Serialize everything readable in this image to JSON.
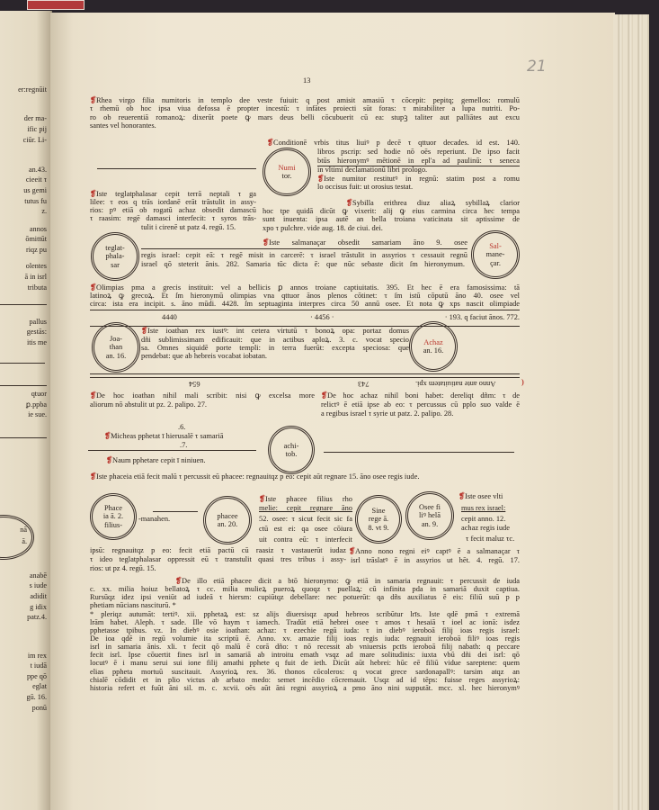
{
  "page_number": "13",
  "folio_annotation": "21",
  "left_page": {
    "lines": [
      "er:regnūit",
      "der ma-",
      "ific pij",
      "ciūr. Li-",
      "an.43.",
      "cieeit τ",
      "us gemi",
      "tutus fu",
      "z.",
      "annos",
      "ōmittūt",
      "riqz pu",
      "olentes",
      "ā in isrl",
      "tributa",
      "pallus",
      "gestās:",
      "itis me",
      "qtuor",
      "ꝑ.ppba",
      "ie sue.",
      "nā",
      "ā.",
      "anabē",
      "s iude",
      "adidit",
      "g idix",
      "patz.4.",
      "im rex",
      "t iudā",
      "ppe qō",
      "eglat",
      "gū. 16.",
      "ponū"
    ]
  },
  "rhea": [
    "Rhea virgo filia numitoris in templo dee veste fuiuit: q post amisit amasiū τ cōcepit: pepitq; gemellos: romulū",
    "τ rhemū ob hoc ipsa viua defossa ē propter incestū: τ infātes proiecti sūt foras: τ mirabiliter a lupa nutriti. Po-",
    "ro ob reuerentiā romanoꝝ: dixerūt poete ꝙ mars deus belli cōcubuerit cū ea: stupꝫ taliter aut palliātes aut excu",
    "santes vel honorantes."
  ],
  "condition": [
    "Conditionē vrbis titus liuiꝰ p decē τ qttuor decades. id est. 140.",
    "libros pscrip: sed hodie nō oēs reperiunt. De ipso facit",
    "btūs hieronymꝰ mētionē in epl'a ad paulinū: τ seneca",
    "in vltimi declamationū libri prologo.",
    "Iste numitor restitutꝰ in regnū: statim post a romu",
    "lo occisus fuit: ut orosius testat."
  ],
  "teglat": [
    "Iste teglatphalasar cepit terrā neptali τ ga",
    "lilee: τ eos q trās iordanē erāt trāstulit in assy-",
    "rios: pꝰ etiā ob rogatū achaz obsedit damascū",
    "τ raasim: regē damasci interfecit: τ syros trās-",
    "tulit i cirenē ut patz 4. regū. 15."
  ],
  "sybilla": [
    "Sybilla erithrea diuz aliaꝝ sybillaꝝ clarior",
    "hoc tpe quidā dicūt ꝙ vixerit: alij ꝙ eius carmina circa hec tempa",
    "sunt inuenta: ipsa autē an bella troiana vaticinata sit aptissime de",
    "xpo τ pulchre. vide aug. 18. de ciui. dei."
  ],
  "salmanacar": [
    "Iste salmanaçar obsedit samariam āno 9. osee",
    "regis israel: cepit eā: τ regē misit in carcerē: τ israel trāstulit in assyrios τ cessauit regnū",
    "israel qō steterit ānis. 282. Samaria tūc dicta ē: que nūc sebaste dicit ſm hieronymum."
  ],
  "olimpias": [
    "Olimpias pma a grecis instituit: vel a bellicis ꝑ annos troiane captiuitatis. 395. Et hec ē era famosissima: tā",
    "latinoꝝ ꝙ grecoꝝ. Et ſm hieronymū olimpias vna qttuor ānos plenos cōtinet: τ ſm istū cōputū āno 40. osee vel",
    "circa: ista era incipit. s. āno mūdi. 4428. ſm septuaginta interpres circa 50 annū osee. Et nota ꝙ xps nascit olimpiade"
  ],
  "years_row": {
    "a": "4440",
    "b": "· 4456 ·",
    "c": "· 193. q faciut ānos. 772."
  },
  "ioathan": [
    "Iste ioathan rex iustꝰ: int cetera virtutū τ bonoꝝ opa: portaz domus",
    "dñi sublimissimam edificauit: que in actibus aploꝝ. 3. c. vocat specio",
    "sa. Omnes siquidē porte templi: in terra fuerūt: excepta speciosa: que",
    "pendebat: que ab hebreis vocabat iobatan."
  ],
  "inverted_row": {
    "a": "654",
    "b": "743",
    "c": "Anno ante natiuitatem xpi."
  },
  "de_ioathan": [
    "De hoc ioathan nihil mali scribit: nisi ꝙ excelsa more",
    "aliorum nō abstulit ut pz. 2. palipo. 27."
  ],
  "de_achaz": [
    "De hoc achaz nihil boni habet: dereliqt dñm: τ de",
    "relictꝰ ē etiā ipse ab eo: τ percussus cū pplo suo valde ē",
    "a regibus israel τ syrie ut patz. 2. palipo. 28."
  ],
  "prophets": {
    "six": ".6.",
    "micheas": "Micheas pphetat ī hierusalē τ samariā",
    "seven": ".7.",
    "naum": "Naum pphetare cepit ī niniuen."
  },
  "phaceia": "Iste phaceia etiā fecit malū τ percussit eū phacee: regnauitqz p eo: cepit aūt regnare 15. āno osee regis iude.",
  "manahen": "-manahen.",
  "phacee": [
    "Iste phacee filius rho",
    "melie: cepit regnare āno",
    "52. osee: τ sicut fecit sic fa",
    "ctū est ei: qa osee cōiura",
    "uit contra eū: τ interfecit"
  ],
  "osee": [
    "Iste osee vlti",
    "mus rex israel:",
    "cepit anno. 12.",
    "achaz regis iude",
    "τ fecit maluz τc."
  ],
  "ipsum": [
    "ipsū: regnauitqz p eo: fecit etiā pactū cū raasiz τ vastauerūt iudaz",
    "τ ideo teglatphalasar oppressit eū τ transtulit quasi tres tribus i assy-",
    "rios: ut pz 4. regū. 15."
  ],
  "anno_nono": [
    "Anno nono regni eiꝰ captꝰ ē a salmanaçar τ",
    "isrl trāslatꝰ ē in assyrios ut hēt. 4. regū. 17."
  ],
  "de_illo": [
    "De illo etiā phacee dicit a btō hieronymo: ꝙ etiā in samaria regnauit: τ percussit de iuda",
    "c. xx. milia hoiuz bellatoꝝ τ cc. milia mulieꝝ pueroꝝ quoqz τ puellaꝝ: cū infinita pda in samariā duxit captiua.",
    "Rursūqz idez ipsi veniūt ad iudeā τ hiersm: cupiūtqz debellare: nec potuerūt: qa dñs auxiliatus ē eis: filiū suū p p",
    "phetiam nūcians nasciturū. *",
    "* pleriqz autumāt: tertiꝰ. xii. pphetaꝝ est: sz alijs diuersisqz apud hebreos scribūtur lrīs. Iste qdē pmā τ extremā",
    "lrām habet. Aleph. τ sade. Ille vō haym τ iamech. Tradūt etiā hebrei osee τ amos τ hesaiā τ ioel ac ionā: isdez",
    "pphetasse tpibus. vz. In diebꝰ osie ioathan: achaz: τ ezechie regū iuda: τ in diebꝰ ieroboā filij ioas regis israel:",
    "De ioa qdē in regū volumie ita scriptū ē. Anno. xv. amazie filij ioas regis iuda: regnauit ieroboā filiꝰ ioas regis",
    "isrl in samaria ānis. xli. τ fecit qō malū ē corā dño: τ nō recessit ab vniuersis pctīs ieroboā filij nabath: q peccare",
    "fecit isrl. Ipse cōuertit fines isrl in samariā ab introitu emath vsqz ad mare solitudinis: iuxta vbū dñi dei isrl: qō",
    "locutꝰ ē i manu serui sui ione filij amathi pphete q fuit de ieth. Dicūt aūt hebrei: hūc eē filiū vidue sareptene: quem",
    "elias ppheta mortuū suscitauit. Assyrioꝝ rex. 36. thonos cōcoleros: q vocat grece sardonapallꝰ: tarsim atqz an",
    "chialē cōdidit et in plio victus ab arbato medo: semet incēdio cōcremauit. Usqz ad id tēps: fuisse reges assyrioꝝ:",
    "historia refert et fuūt āni sil. m. c. xcvii. oēs aūt āni regni assyrioꝝ a pmo āno nini supputāt. mcc. xl. hec hieronymꝰ"
  ],
  "circles": {
    "numitor": [
      "Numi",
      "tor."
    ],
    "teglat": [
      "teglat-",
      "phala-",
      "sar"
    ],
    "salmanacar": [
      "Sal-",
      "mane-",
      "çar."
    ],
    "joathan": [
      "Joa-",
      "than",
      "an. 16."
    ],
    "achaz": [
      "Achaz",
      "an. 16."
    ],
    "achitob": [
      "achi-",
      "tob."
    ],
    "phaceia": [
      "Phace",
      "ia ā. 2.",
      "filius-"
    ],
    "phacee": [
      "phacee",
      "an. 20."
    ],
    "sine_rege": [
      "Sine",
      "rege ā.",
      "8. vt 9."
    ],
    "osee": [
      "Osee fi",
      "liꝰ helā",
      "an. 9."
    ]
  },
  "colors": {
    "ink": "#2a221d",
    "rubric": "#b8332a",
    "paper": "#eee5d1"
  }
}
